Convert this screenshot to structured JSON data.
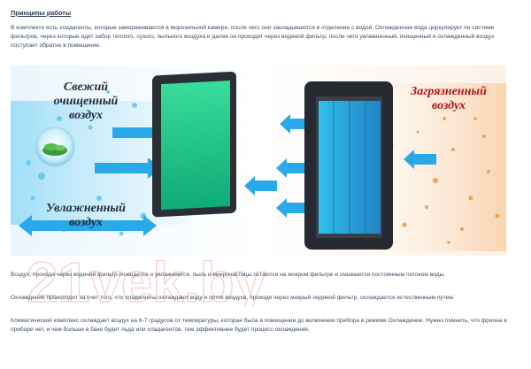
{
  "section": {
    "title": "Принципы работы",
    "intro": "В комплекте есть хладагенты, которые замораживаются в морозильной камере, после чего они закладываются в отделение с водой. Охлажденная вода циркулирует по системе фильтров, через которые идет забор теплого, сухого, пыльного воздуха и далее он проходит через водяной фильтр, после чего  увлажненный, очищенный и охлажденный воздух поступает обратно в помещение."
  },
  "illustration": {
    "label_fresh_line1": "Свежий",
    "label_fresh_line2": "очищенный",
    "label_fresh_line3": "воздух",
    "label_humid_line1": "Увлажненный",
    "label_humid_line2": "воздух",
    "label_dirty_line1": "Загрязненный",
    "label_dirty_line2": "воздух",
    "colors": {
      "label_red": "#b5121b",
      "label_dark": "#1f2a3c",
      "arrow_blue": "#2aa9e8",
      "filter_green": "#1fd08a",
      "filter_blue": "#2fb3f0",
      "dust": "#f0a15a"
    }
  },
  "paragraphs": {
    "p1": "Воздух, проходя через водяной фильтр очищается и увлажняется, пыль и микрочастицы остаются на мокром фильтре и смываются постоянным потоком воды.",
    "p2": "Охлаждение происходит за счет того, что хладагенты охлаждают воду и поток воздуха, проходя через мокрый ледяной фильтр, охлаждается естественным путем.",
    "p3": "Климатический комплекс охлаждает воздух на 6-7 градусов от температуры, которая была в помещении до включения прибора в режиме Охлаждение. Нужно помнить, что фреона в приборе нет, и чем больше в баке будет льда или хладагентов, тем эффективнее будет процесс охлаждения."
  },
  "watermark": {
    "text": "21vek.by"
  }
}
